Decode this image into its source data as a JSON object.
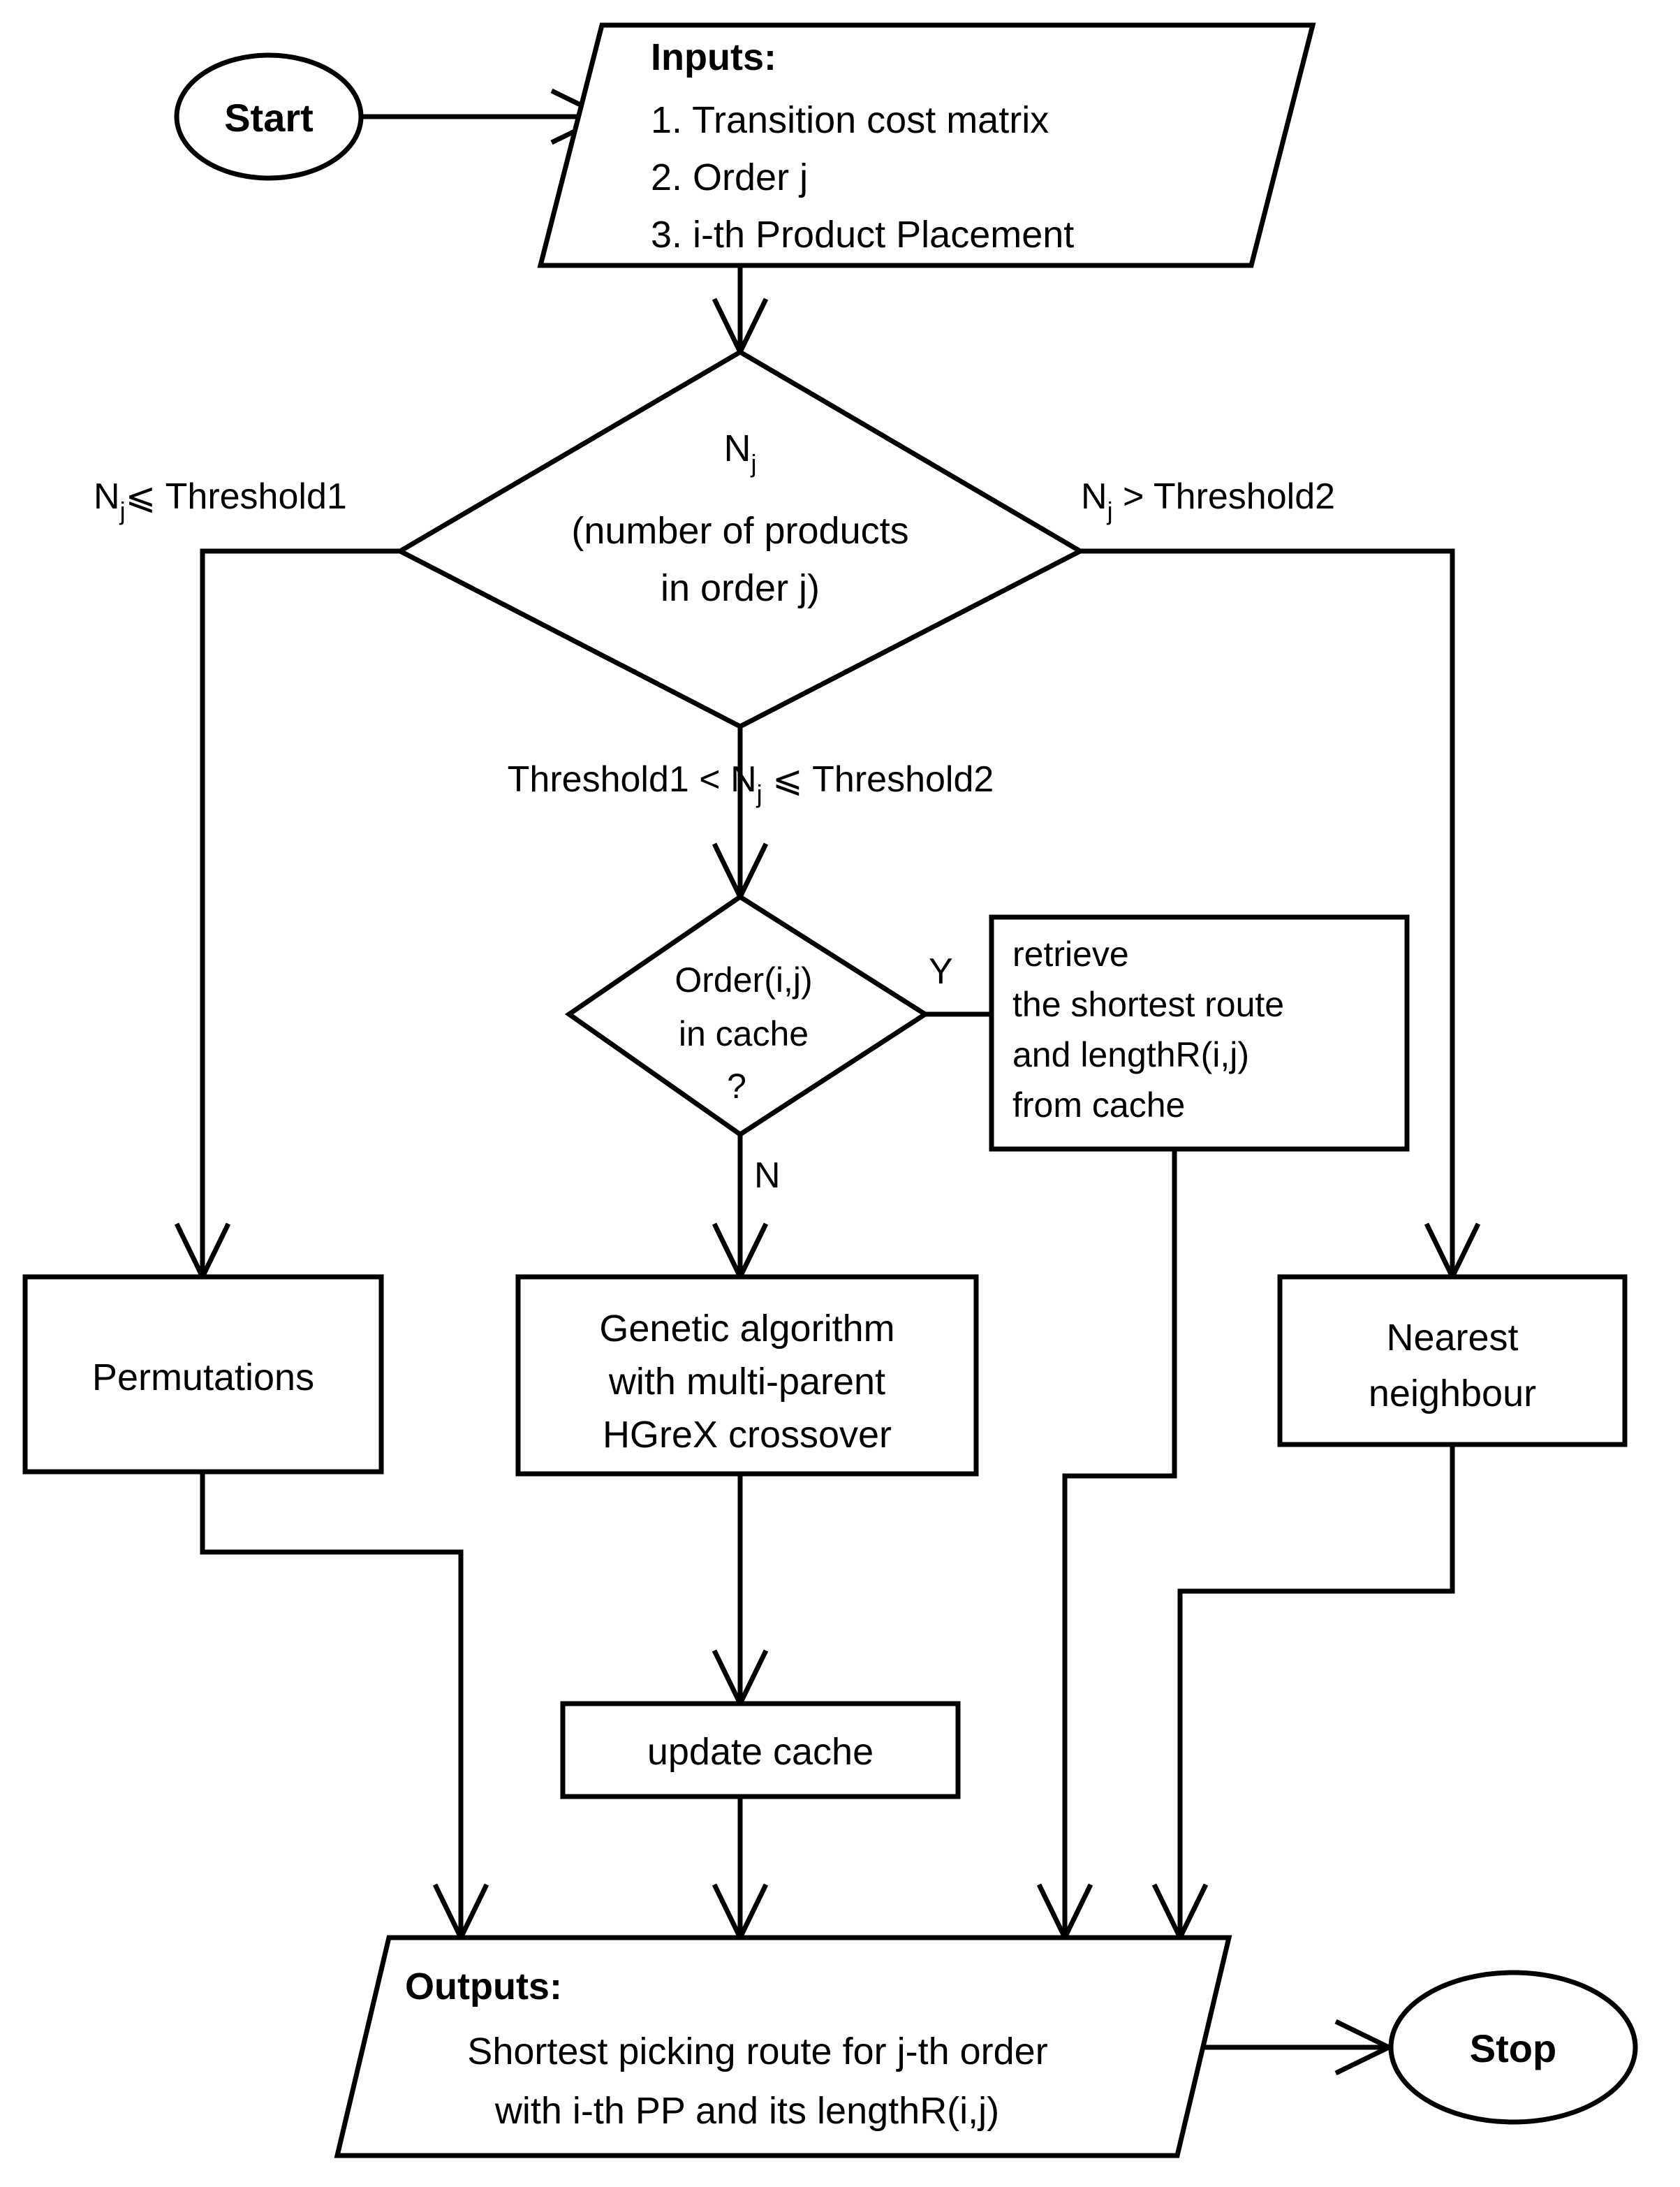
{
  "diagram": {
    "title": "Order picking route selection flowchart",
    "colors": {
      "stroke": "#000000",
      "fill": "#ffffff",
      "text": "#000000"
    },
    "nodes": {
      "start": {
        "label": "Start",
        "shape": "terminator"
      },
      "inputs": {
        "shape": "parallelogram",
        "heading": "Inputs:",
        "lines": [
          "1. Transition cost matrix",
          "2. Order  j",
          "3. i-th Product Placement"
        ]
      },
      "size_decision": {
        "shape": "diamond",
        "line1_base": "N",
        "line1_sub": "j",
        "line2": "(number of products",
        "line3": "in order  j)"
      },
      "cache_decision": {
        "shape": "diamond",
        "line1": "Order(i,j)",
        "line2": "in cache",
        "line3": "?"
      },
      "retrieve": {
        "shape": "process",
        "lines": [
          "retrieve",
          "the shortest route",
          "and  lengthR(i,j)",
          "from cache"
        ]
      },
      "permutations": {
        "shape": "process",
        "label": "Permutations"
      },
      "genetic": {
        "shape": "process",
        "lines": [
          "Genetic algorithm",
          "with multi-parent",
          "HGreX crossover"
        ]
      },
      "nearest": {
        "shape": "process",
        "lines": [
          "Nearest",
          "neighbour"
        ]
      },
      "update_cache": {
        "shape": "process",
        "label": "update cache"
      },
      "outputs": {
        "shape": "parallelogram",
        "heading": "Outputs:",
        "lines": [
          "Shortest picking route for j-th order",
          "with i-th PP and its lengthR(i,j)"
        ]
      },
      "stop": {
        "label": "Stop",
        "shape": "terminator"
      }
    },
    "edge_labels": {
      "left_branch_base": "N",
      "left_branch_sub": "j",
      "left_branch_rest": "⩽ Threshold1",
      "right_branch_base": "N",
      "right_branch_sub": "j",
      "right_branch_rest": "> Threshold2",
      "middle_branch_pre": "Threshold1 < N",
      "middle_branch_sub": "j",
      "middle_branch_post": "⩽ Threshold2",
      "cache_yes": "Y",
      "cache_no": "N"
    }
  }
}
